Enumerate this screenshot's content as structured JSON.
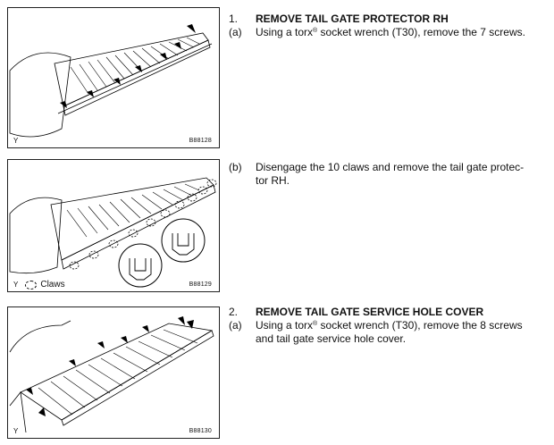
{
  "figures": [
    {
      "corner": "Y",
      "code": "B88128"
    },
    {
      "corner": "Y",
      "legend_label": "Claws",
      "code": "B88129"
    },
    {
      "corner": "Y",
      "code": "B88130"
    }
  ],
  "steps": [
    {
      "number": "1.",
      "title": "REMOVE TAIL GATE PROTECTOR RH",
      "substeps": [
        {
          "label": "(a)",
          "text_before": "Using a torx",
          "sup": "®",
          "text_after": " socket wrench (T30), remove the 7 screws."
        },
        {
          "label": "(b)",
          "line1": "Disengage the 10 claws and remove the tail gate protec-",
          "line2": "tor RH."
        }
      ]
    },
    {
      "number": "2.",
      "title": "REMOVE TAIL GATE SERVICE HOLE COVER",
      "substeps": [
        {
          "label": "(a)",
          "text_before": "Using a torx",
          "sup": "®",
          "text_after": " socket wrench (T30), remove the 8 screws",
          "line2": "and tail gate service hole cover."
        }
      ]
    }
  ]
}
